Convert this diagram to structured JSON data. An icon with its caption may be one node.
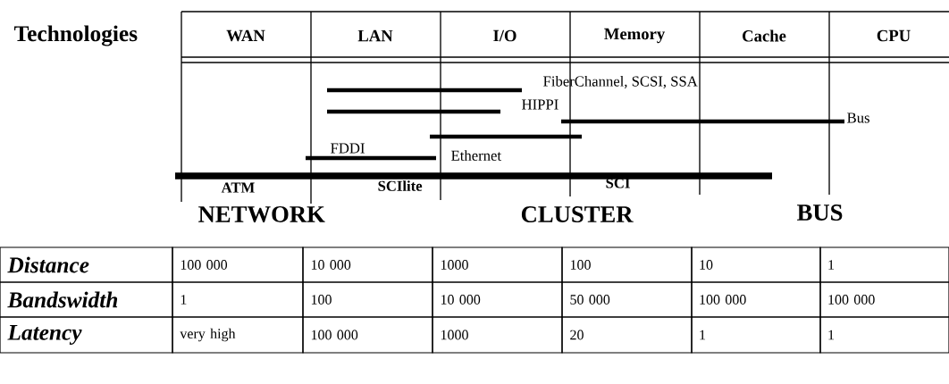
{
  "diagram": {
    "labels": [
      "Technologies",
      "WAN",
      "LAN",
      "I/O",
      "Memory",
      "Cache",
      "CPU",
      "FiberChannel, SCSI, SSA",
      "HIPPI",
      "Bus",
      "FDDI",
      "Ethernet",
      "ATM",
      "SCIlite",
      "SCI",
      "NETWORK",
      "CLUSTER",
      "BUS",
      "Distance",
      "100 000",
      "10 000",
      "1000",
      "100",
      "10",
      "1",
      "Bandswidth",
      "1",
      "100",
      "10 000",
      "50 000",
      "100 000",
      "100 000",
      "Latency",
      "very high",
      "100 000",
      "1000",
      "20",
      "1",
      "1"
    ]
  }
}
